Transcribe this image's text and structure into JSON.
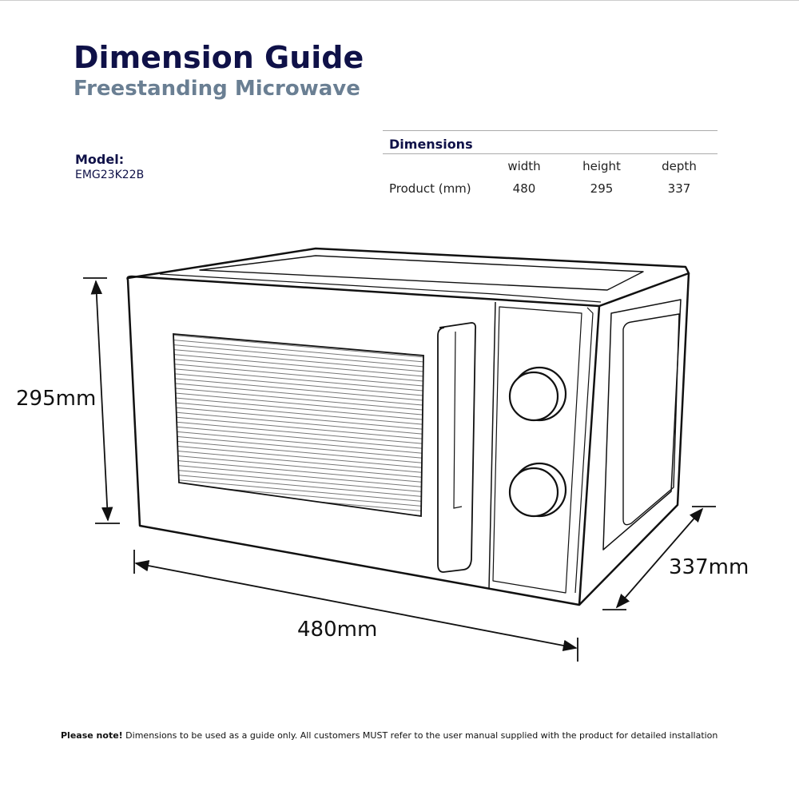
{
  "header": {
    "title": "Dimension Guide",
    "subtitle": "Freestanding Microwave"
  },
  "model": {
    "label": "Model:",
    "value": "EMG23K22B"
  },
  "dimensions_table": {
    "title": "Dimensions",
    "columns": [
      "width",
      "height",
      "depth"
    ],
    "rows": [
      {
        "label": "Product (mm)",
        "values": [
          "480",
          "295",
          "337"
        ]
      }
    ]
  },
  "diagram": {
    "height_label": "295mm",
    "width_label": "480mm",
    "depth_label": "337mm"
  },
  "footer": {
    "note_bold": "Please note!",
    "note_text": " Dimensions to be used as a guide only. All customers MUST refer to the user manual supplied with the product for detailed installation"
  }
}
